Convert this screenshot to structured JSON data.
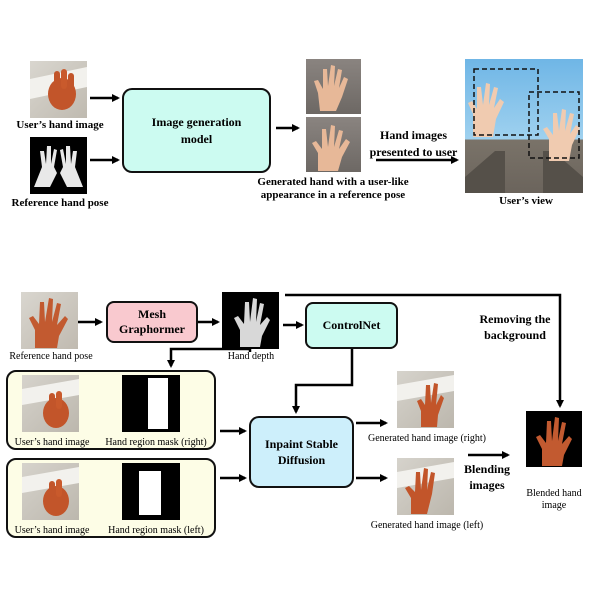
{
  "top": {
    "users_hand_image": "User’s hand image",
    "reference_hand_pose": "Reference hand pose",
    "image_generation_model": "Image generation model",
    "generated_hand": "Generated hand with a user-like appearance in a reference pose",
    "hand_images_presented": "Hand images presented to user",
    "users_view": "User’s view"
  },
  "bottom": {
    "reference_hand_pose": "Reference hand pose",
    "mesh_graphormer": "Mesh Graphormer",
    "hand_depth": "Hand depth",
    "controlnet": "ControlNet",
    "removing_background": "Removing the background",
    "users_hand_image_right": "User’s hand image",
    "mask_right": "Hand region mask (right)",
    "users_hand_image_left": "User’s hand image",
    "mask_left": "Hand region mask (left)",
    "inpaint_sd": "Inpaint Stable Diffusion",
    "generated_right": "Generated hand image (right)",
    "generated_left": "Generated hand image (left)",
    "blending_images": "Blending images",
    "blended_hand_image": "Blended hand image"
  },
  "colors": {
    "image_generation_model": "#ccfbf1",
    "mesh_graphormer": "#f9c9cf",
    "controlnet": "#ccfbf1",
    "inpaint_sd": "#cdeffb",
    "input_group": "#fdfde6"
  }
}
